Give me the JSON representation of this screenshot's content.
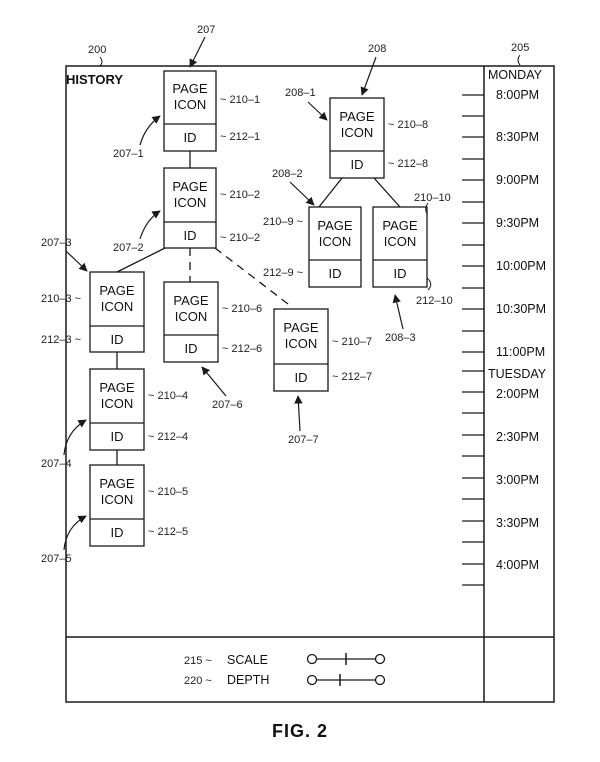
{
  "figure_label": "FIG. 2",
  "history_title": "HISTORY",
  "refs": {
    "r200": "200",
    "r205": "205",
    "r207": "207",
    "r208": "208",
    "r207_1": "207–1",
    "r207_2": "207–2",
    "r207_3": "207–3",
    "r207_4": "207–4",
    "r207_5": "207–5",
    "r207_6": "207–6",
    "r207_7": "207–7",
    "r208_1": "208–1",
    "r208_2": "208–2",
    "r208_3": "208–3",
    "r210_1": "210–1",
    "r212_1": "212–1",
    "r210_2": "210–2",
    "r212_2": "210–2",
    "r210_3": "210–3",
    "r212_3": "212–3",
    "r210_4": "210–4",
    "r212_4": "212–4",
    "r210_5": "210–5",
    "r212_5": "212–5",
    "r210_6": "210–6",
    "r212_6": "212–6",
    "r210_7": "210–7",
    "r212_7": "212–7",
    "r210_8": "210–8",
    "r212_8": "212–8",
    "r210_9": "210–9",
    "r212_9": "212–9",
    "r210_10": "210–10",
    "r212_10": "212–10",
    "r215": "215",
    "r220": "220"
  },
  "node": {
    "page_line1": "PAGE",
    "page_line2": "ICON",
    "id": "ID"
  },
  "timeline": {
    "day1": "MONDAY",
    "day2": "TUESDAY",
    "t1": "8:00PM",
    "t2": "8:30PM",
    "t3": "9:00PM",
    "t4": "9:30PM",
    "t5": "10:00PM",
    "t6": "10:30PM",
    "t7": "11:00PM",
    "t8": "2:00PM",
    "t9": "2:30PM",
    "t10": "3:00PM",
    "t11": "3:30PM",
    "t12": "4:00PM"
  },
  "controls": {
    "scale_label": "SCALE",
    "depth_label": "DEPTH",
    "scale_value": 0.5,
    "depth_value": 0.4
  }
}
